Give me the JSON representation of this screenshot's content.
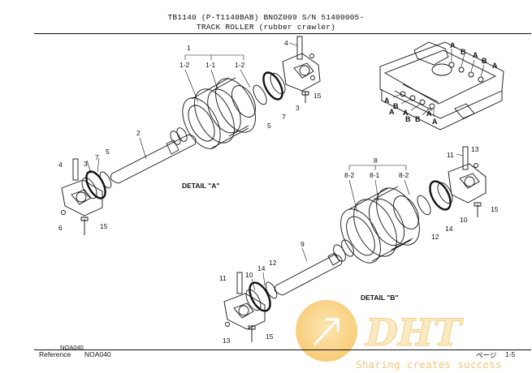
{
  "header": {
    "line1": "TB1140 (P-T1140BAB) BNOZ009  S/N 51400005-",
    "line2": "TRACK ROLLER (rubber crawler)"
  },
  "detail_a": {
    "caption": "DETAIL \"A\"",
    "labels": [
      "1",
      "1-2",
      "1-1",
      "1-2",
      "2",
      "3",
      "3",
      "4",
      "4",
      "5",
      "5",
      "6",
      "7",
      "7",
      "15",
      "15"
    ]
  },
  "detail_b": {
    "caption": "DETAIL \"B\"",
    "labels": [
      "8",
      "8-2",
      "8-1",
      "8-2",
      "9",
      "10",
      "10",
      "11",
      "11",
      "12",
      "12",
      "13",
      "13",
      "14",
      "14",
      "15",
      "15"
    ]
  },
  "overview": {
    "markers": [
      "A",
      "A",
      "A",
      "A",
      "A",
      "A",
      "A",
      "A",
      "B",
      "B",
      "B",
      "B",
      "B"
    ]
  },
  "footer": {
    "code_top": "NOA040",
    "reference_label": "Reference",
    "reference_code": "NOA040",
    "page_kana": "ページ",
    "page_number": "1-5"
  },
  "watermark": {
    "logo_text": "DHT",
    "tagline": "Sharing creates success",
    "color": "#f3b34a"
  }
}
